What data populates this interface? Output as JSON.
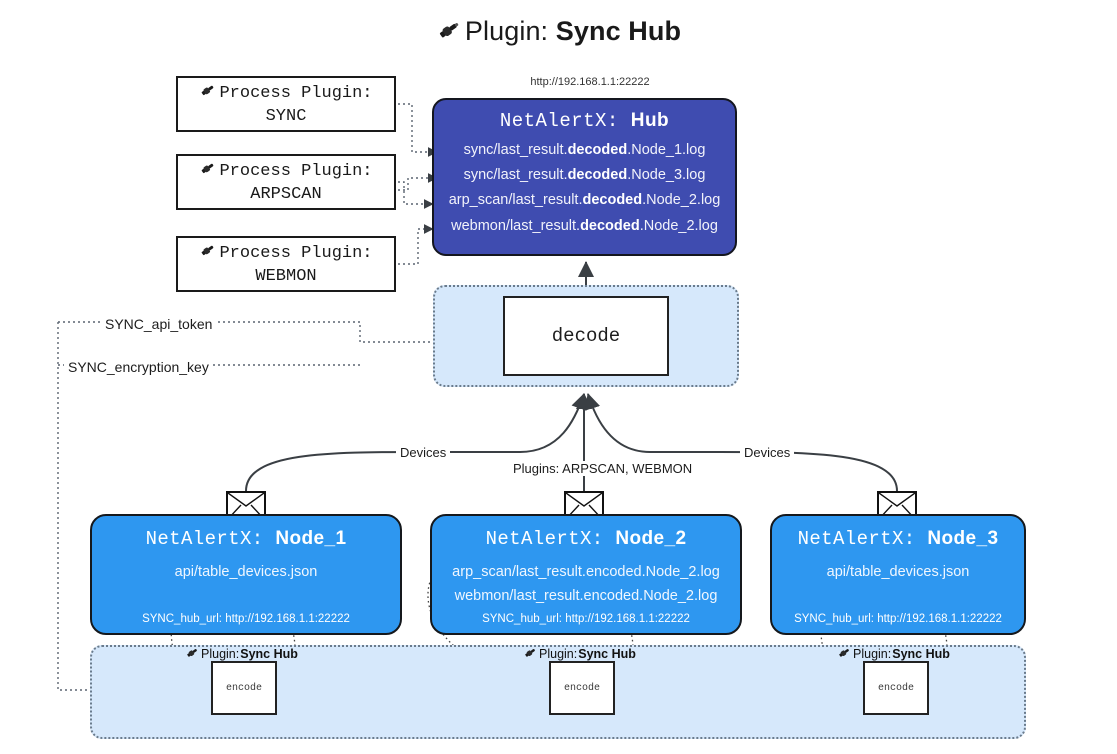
{
  "title": {
    "prefix": "Plugin: ",
    "name": "Sync Hub",
    "icon": "plug-icon"
  },
  "hub": {
    "url": "http://192.168.1.1:22222",
    "title_prefix": "NetAlertX: ",
    "title_name": "Hub",
    "lines": [
      {
        "pre": "sync/last_result.",
        "mid": "decoded",
        "post": ".Node_1.log"
      },
      {
        "pre": "sync/last_result.",
        "mid": "decoded",
        "post": ".Node_3.log"
      },
      {
        "pre": "arp_scan/last_result.",
        "mid": "decoded",
        "post": ".Node_2.log"
      },
      {
        "pre": "webmon/last_result.",
        "mid": "decoded",
        "post": ".Node_2.log"
      }
    ]
  },
  "process_plugins": [
    {
      "label": "Process Plugin:",
      "name": "SYNC"
    },
    {
      "label": "Process Plugin:",
      "name": "ARPSCAN"
    },
    {
      "label": "Process Plugin:",
      "name": "WEBMON"
    }
  ],
  "decode": {
    "label": "decode"
  },
  "tokens": {
    "api_token": "SYNC_api_token",
    "encryption_key": "SYNC_encryption_key"
  },
  "edge_labels": {
    "devices_left": "Devices",
    "devices_right": "Devices",
    "plugins": "Plugins: ARPSCAN, WEBMON"
  },
  "nodes": [
    {
      "title_prefix": "NetAlertX: ",
      "title_name": "Node_1",
      "lines": [
        "api/table_devices.json"
      ],
      "footer": "SYNC_hub_url: http://192.168.1.1:22222",
      "envelope": "envelope-icon"
    },
    {
      "title_prefix": "NetAlertX: ",
      "title_name": "Node_2",
      "lines": [
        "arp_scan/last_result.encoded.Node_2.log",
        "webmon/last_result.encoded.Node_2.log"
      ],
      "footer": "SYNC_hub_url: http://192.168.1.1:22222",
      "envelope": "envelope-icon"
    },
    {
      "title_prefix": "NetAlertX: ",
      "title_name": "Node_3",
      "lines": [
        "api/table_devices.json"
      ],
      "footer": "SYNC_hub_url: http://192.168.1.1:22222",
      "envelope": "envelope-icon"
    }
  ],
  "encoders": [
    {
      "label": "encode",
      "plugin_prefix": "Plugin: ",
      "plugin_name": "Sync Hub"
    },
    {
      "label": "encode",
      "plugin_prefix": "Plugin: ",
      "plugin_name": "Sync Hub"
    },
    {
      "label": "encode",
      "plugin_prefix": "Plugin: ",
      "plugin_name": "Sync Hub"
    }
  ],
  "colors": {
    "hub_fill": "#3f4cb0",
    "node_fill": "#2e97f0",
    "group_fill": "#d6e8fb",
    "line": "#3a3f44",
    "border": "#15181c"
  }
}
